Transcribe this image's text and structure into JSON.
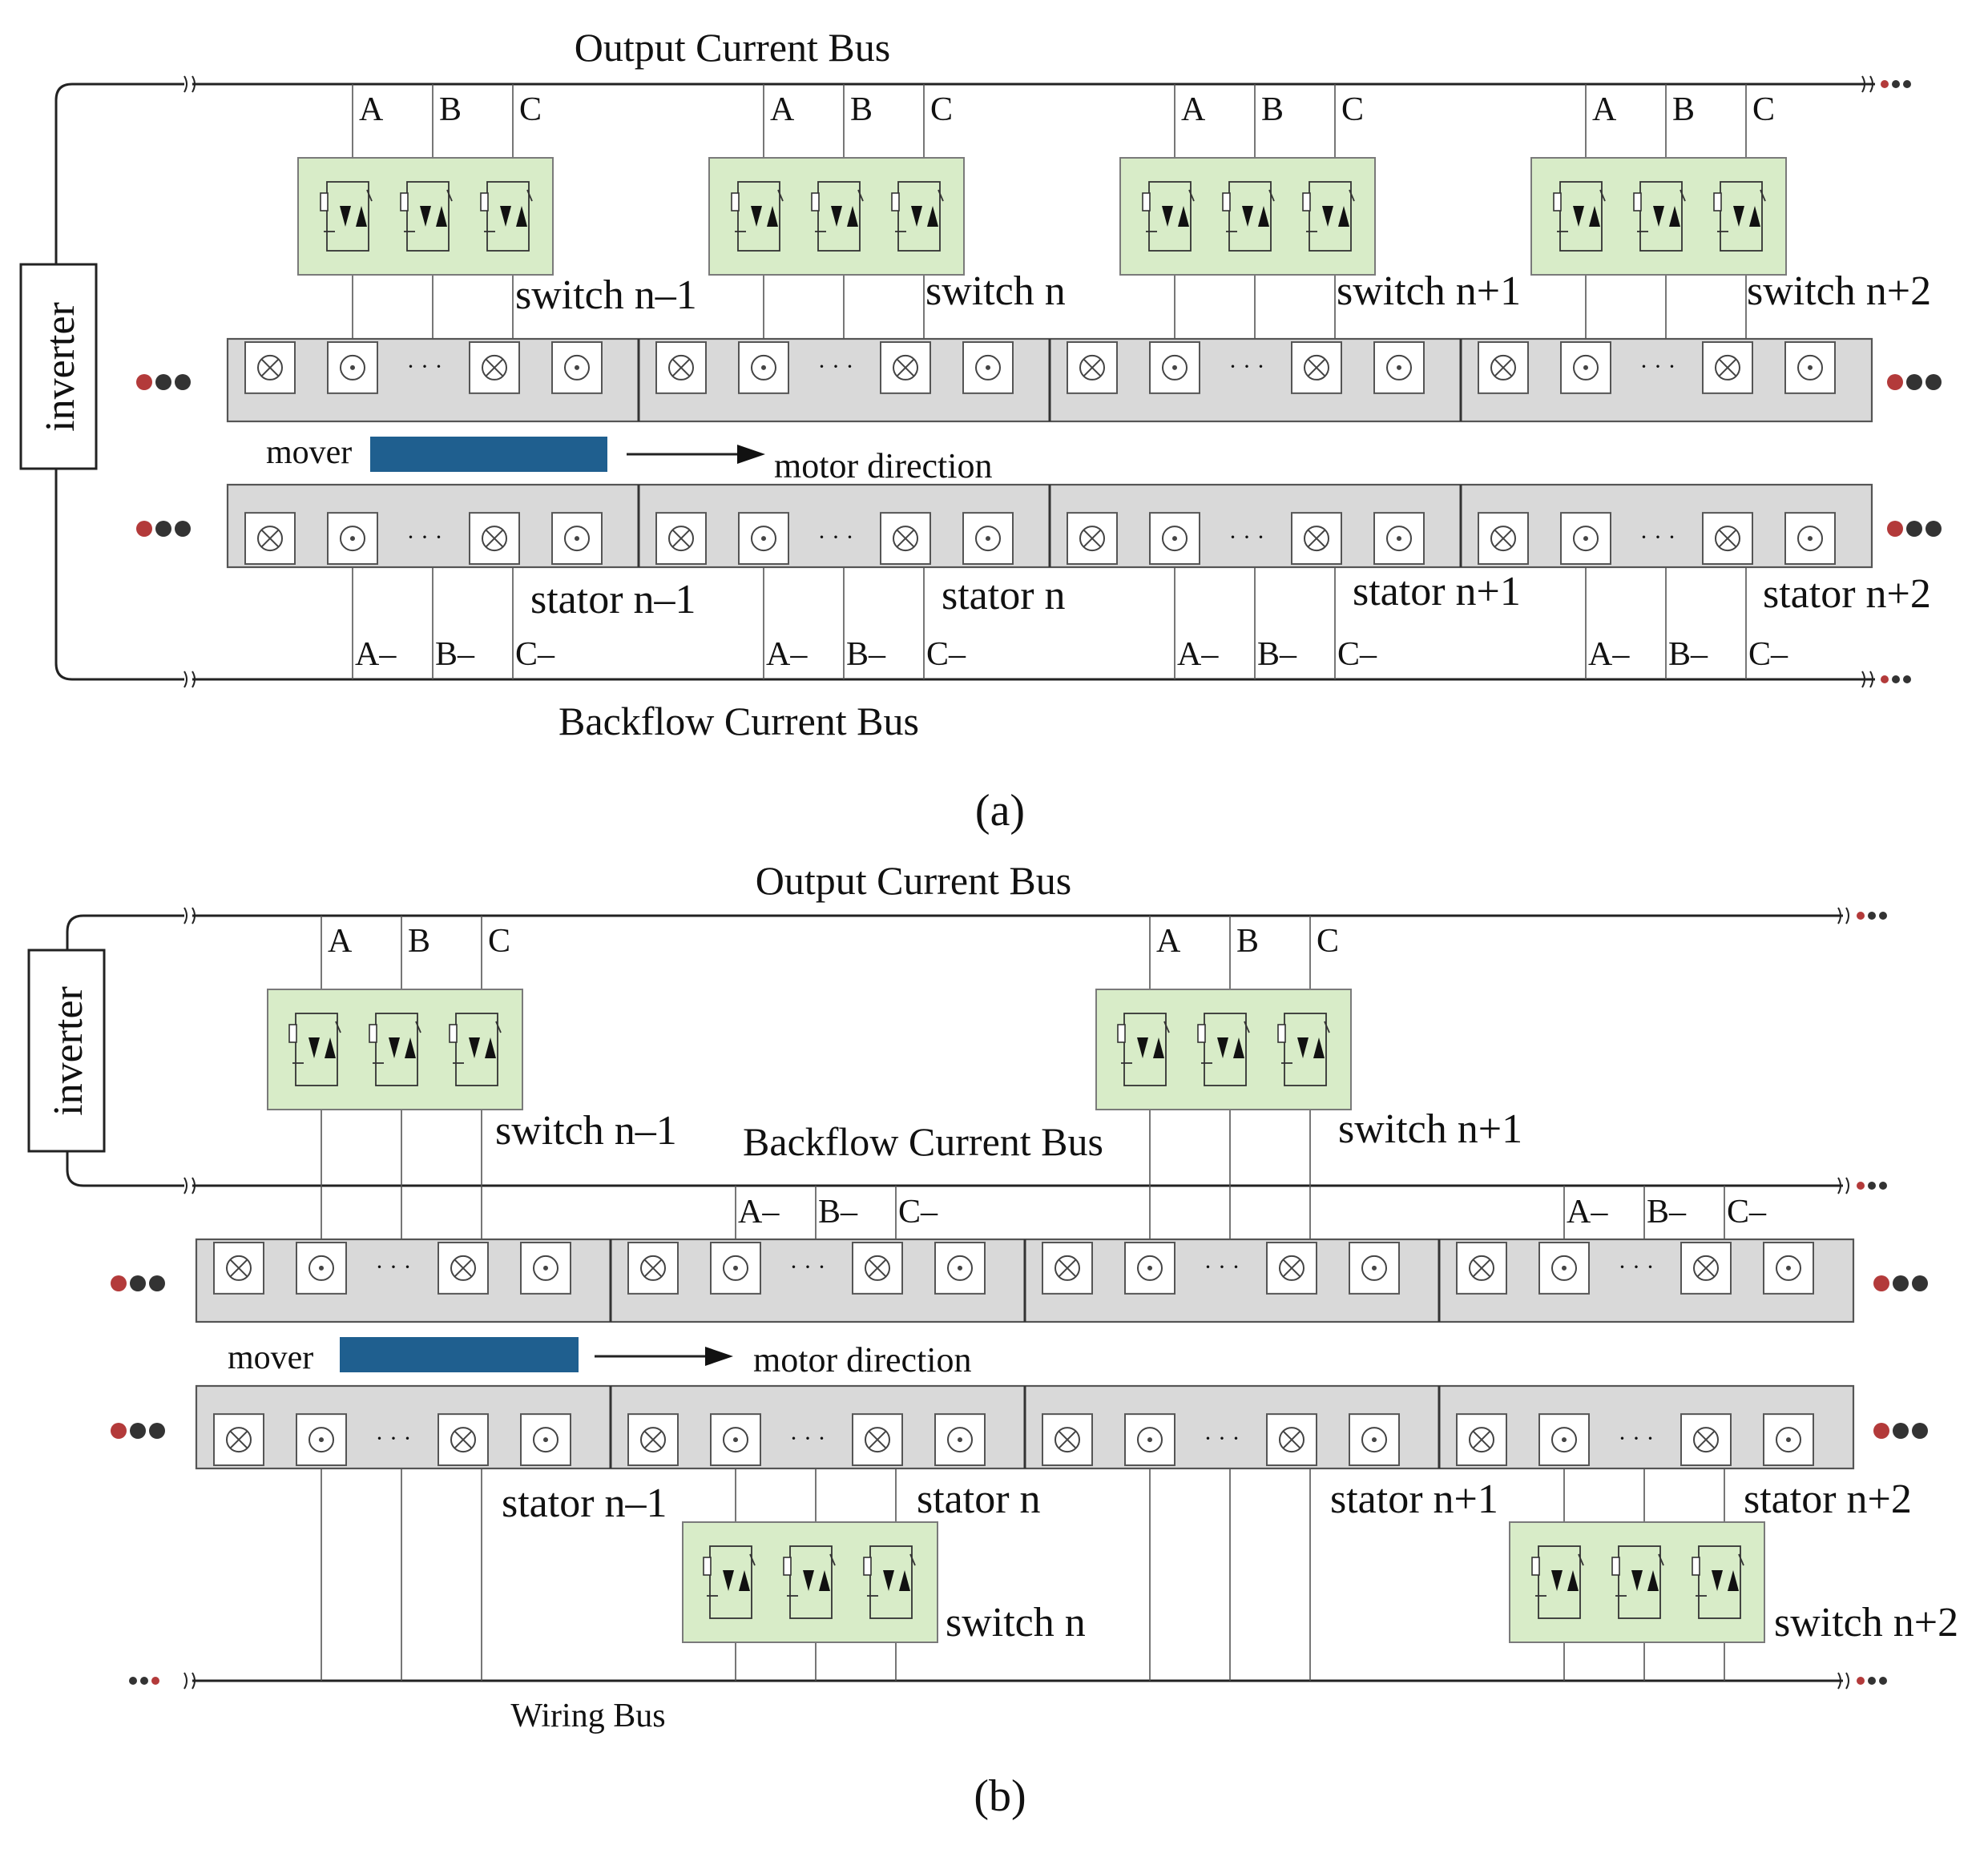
{
  "colors": {
    "stator_fill": "#d9d9d9",
    "switch_fill": "#d8ecc8",
    "mover_fill": "#1f5f8f",
    "dot_red": "#b33a3a",
    "dot_dark": "#333333",
    "line": "#222222"
  },
  "panel_a": {
    "output_bus": "Output Current Bus",
    "backflow_bus": "Backflow Current Bus",
    "inverter": "inverter",
    "mover": "mover",
    "motor_direction": "motor direction",
    "caption": "(a)",
    "phases": [
      "A",
      "B",
      "C"
    ],
    "neg_phases": [
      "A–",
      "B–",
      "C–"
    ],
    "switches": [
      "switch n–1",
      "switch n",
      "switch n+1",
      "switch n+2"
    ],
    "stators": [
      "stator  n–1",
      "stator  n",
      "stator  n+1",
      "stator  n+2"
    ]
  },
  "panel_b": {
    "output_bus": "Output Current Bus",
    "backflow_bus": "Backflow Current Bus",
    "wiring_bus": "Wiring Bus",
    "inverter": "inverter",
    "mover": "mover",
    "motor_direction": "motor direction",
    "caption": "(b)",
    "phases": [
      "A",
      "B",
      "C"
    ],
    "neg_phases": [
      "A–",
      "B–",
      "C–"
    ],
    "switches": [
      "switch n–1",
      "switch n",
      "switch n+1",
      "switch n+2"
    ],
    "stators": [
      "stator  n–1",
      "stator  n",
      "stator  n+1",
      "stator  n+2"
    ]
  },
  "symbols": {
    "dots": "· · ·",
    "cross": "⊗",
    "dot": "⊙"
  }
}
